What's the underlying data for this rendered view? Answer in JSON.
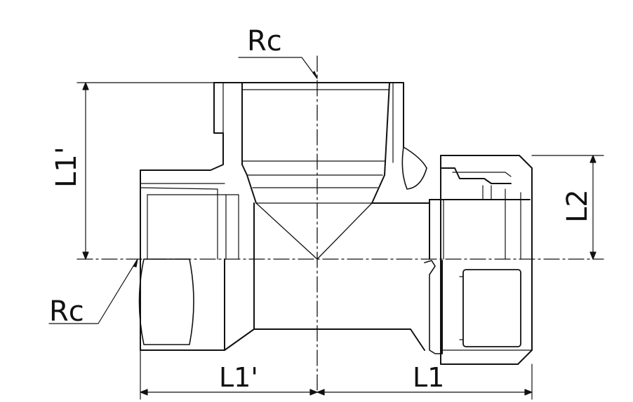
{
  "drawing": {
    "labels": {
      "top_thread": "Rc",
      "left_thread": "Rc",
      "branch_length": "L1'",
      "run_length_left": "L1'",
      "run_length_right": "L1",
      "union_offset": "L2"
    }
  }
}
